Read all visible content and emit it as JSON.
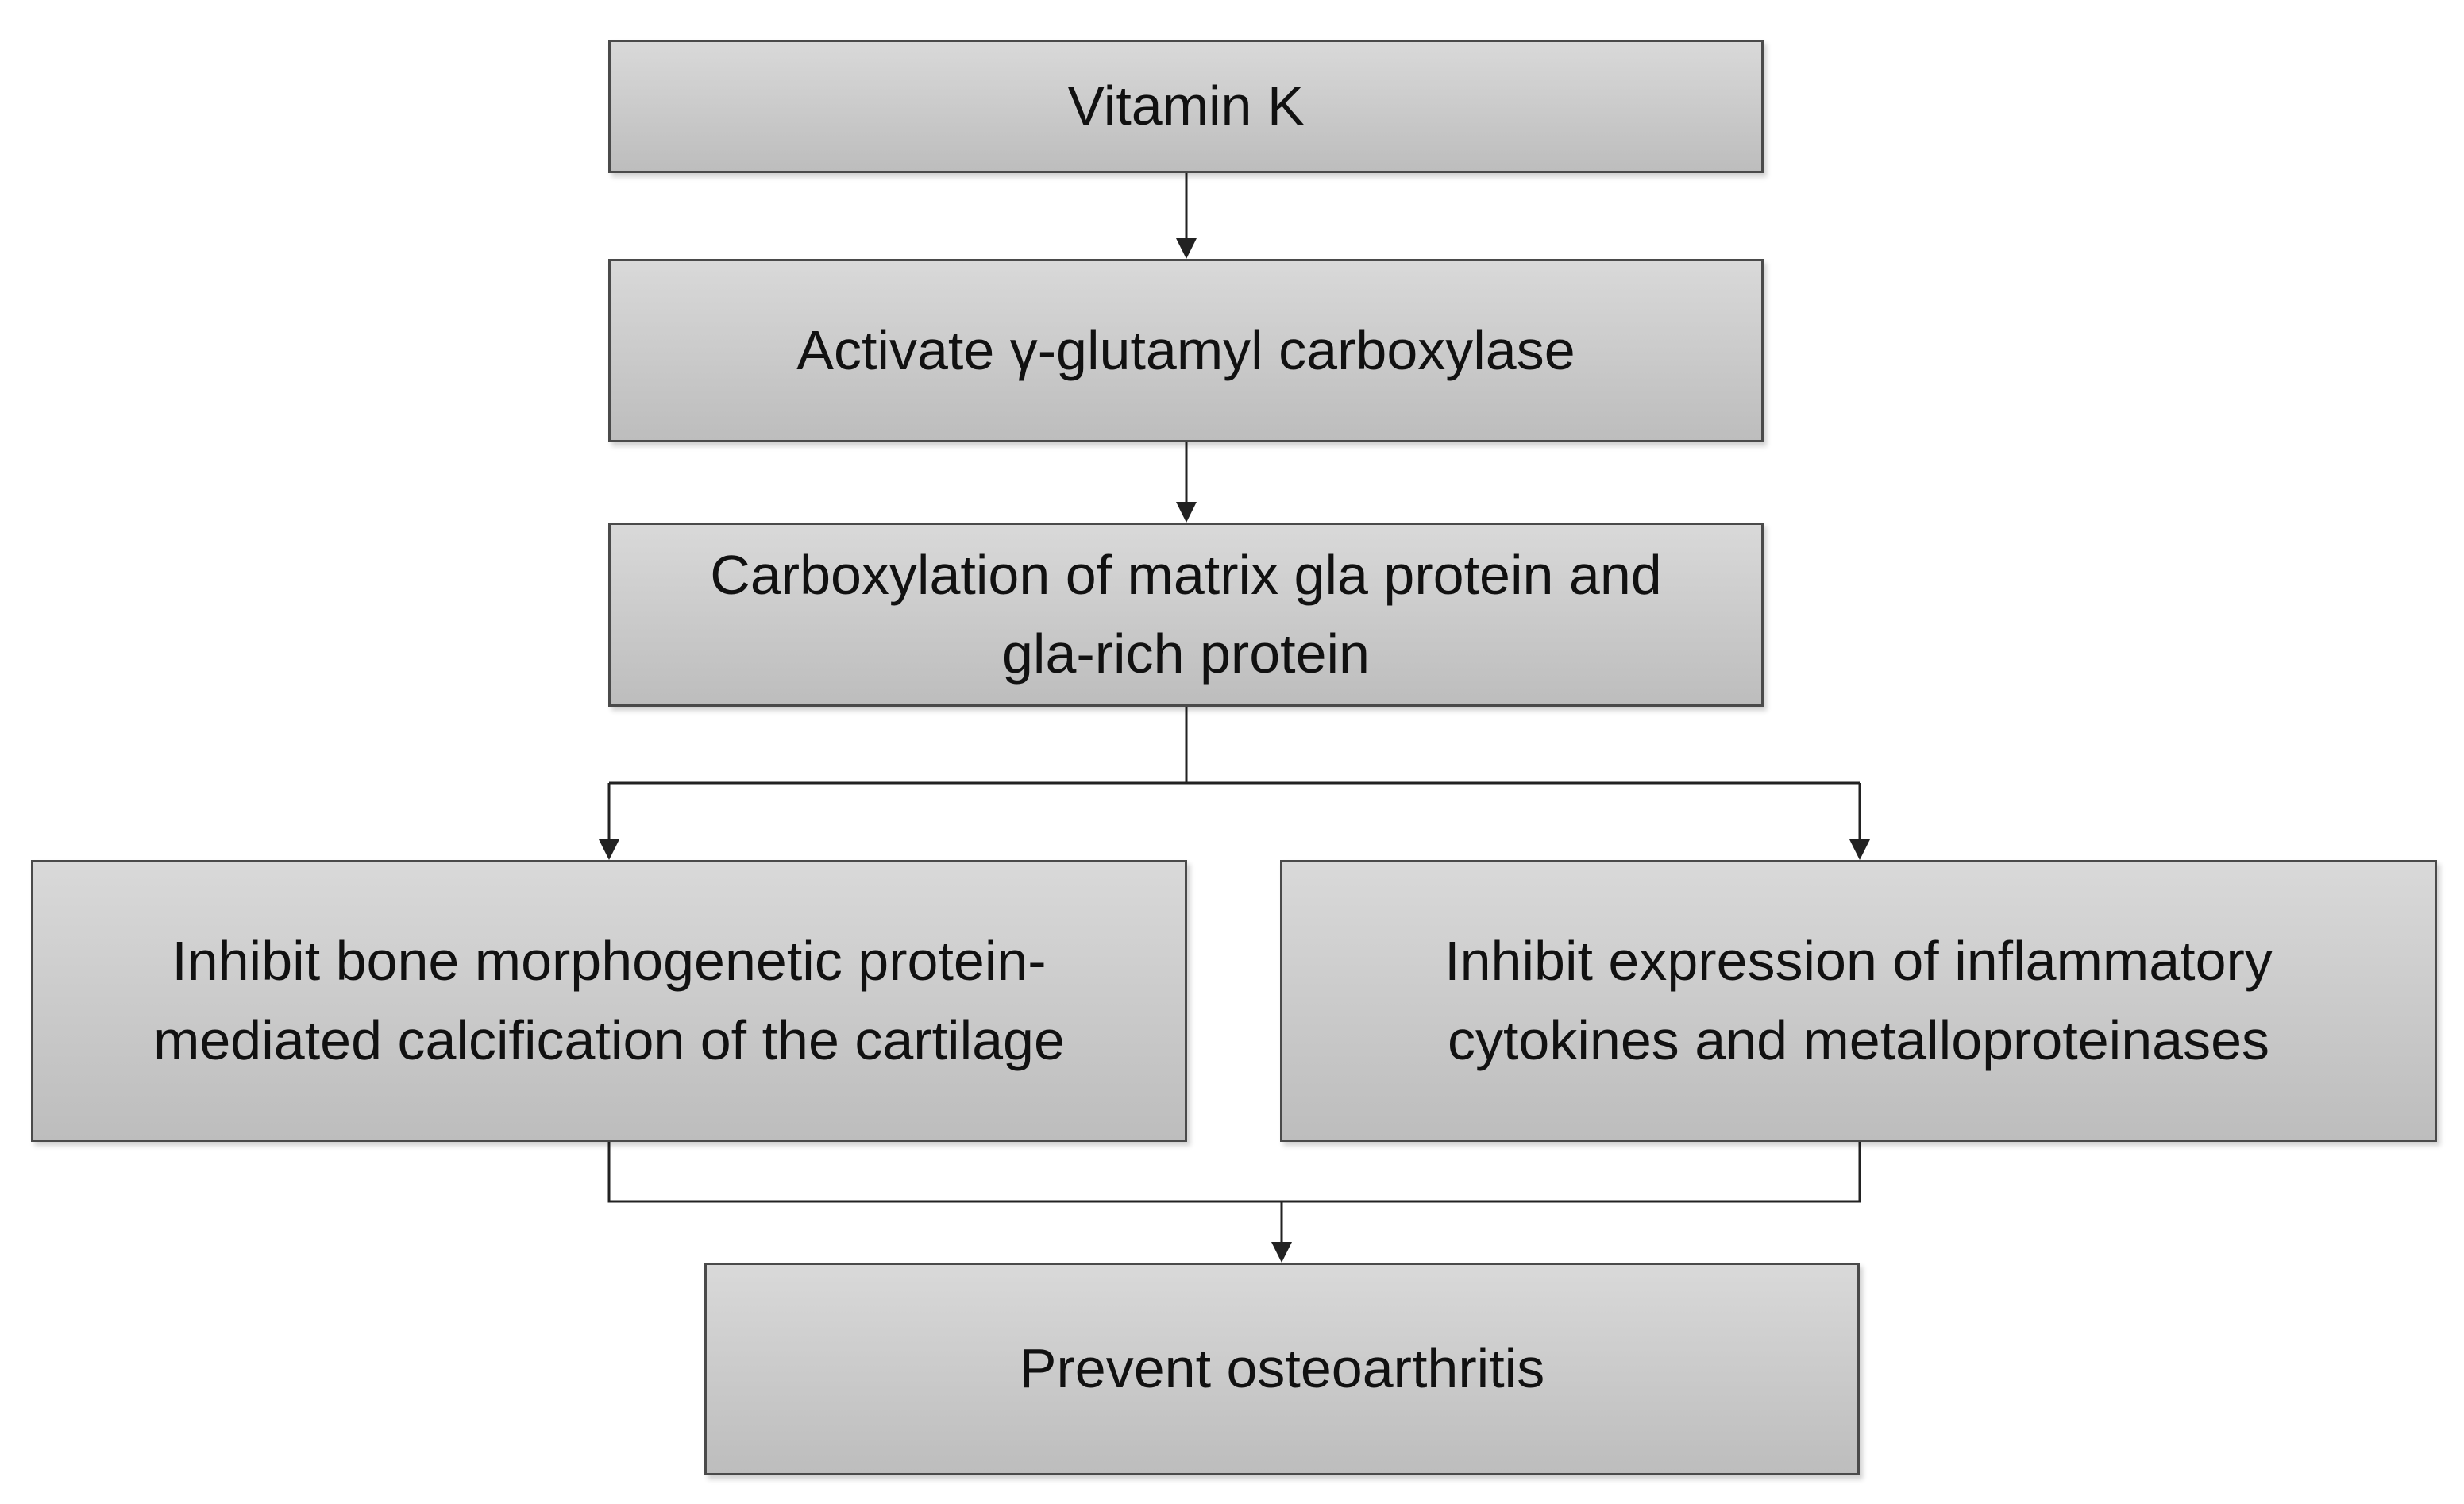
{
  "diagram": {
    "nodes": [
      {
        "id": "vitamin-k",
        "label": "Vitamin K"
      },
      {
        "id": "activate-carboxylase",
        "label": "Activate γ-glutamyl carboxylase"
      },
      {
        "id": "carboxylation",
        "label": "Carboxylation of matrix gla protein and\ngla-rich protein"
      },
      {
        "id": "inhibit-calcification",
        "label": "Inhibit bone morphogenetic protein-\nmediated calcification of the cartilage"
      },
      {
        "id": "inhibit-expression",
        "label": "Inhibit expression of inflammatory\ncytokines and metalloproteinases"
      },
      {
        "id": "prevent-oa",
        "label": "Prevent osteoarthritis"
      }
    ],
    "edges": [
      {
        "from": "vitamin-k",
        "to": "activate-carboxylase"
      },
      {
        "from": "activate-carboxylase",
        "to": "carboxylation"
      },
      {
        "from": "carboxylation",
        "to": "inhibit-calcification"
      },
      {
        "from": "carboxylation",
        "to": "inhibit-expression"
      },
      {
        "from": "inhibit-calcification",
        "to": "prevent-oa"
      },
      {
        "from": "inhibit-expression",
        "to": "prevent-oa"
      }
    ],
    "colors": {
      "box_fill_top": "#d9d9d9",
      "box_fill_bottom": "#bdbdbd",
      "box_border": "#4a4a4a",
      "connector": "#222222",
      "text": "#111111"
    }
  }
}
